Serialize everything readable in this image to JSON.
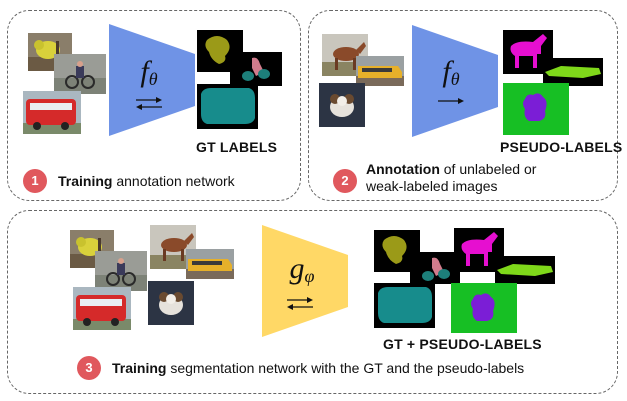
{
  "panel1": {
    "function_symbol": "f",
    "function_subscript": "θ",
    "caption": "GT LABELS",
    "step_number": "1",
    "step_bold": "Training",
    "step_rest": " annotation network"
  },
  "panel2": {
    "function_symbol": "f",
    "function_subscript": "θ",
    "caption": "PSEUDO-LABELS",
    "step_number": "2",
    "step_bold": "Annotation",
    "step_rest_line1": " of unlabeled or",
    "step_rest_line2": "weak-labeled images"
  },
  "panel3": {
    "function_symbol": "g",
    "function_subscript": "φ",
    "caption": "GT + PSEUDO-LABELS",
    "step_number": "3",
    "step_bold": "Training",
    "step_rest": " segmentation network with the GT and the pseudo-labels"
  },
  "colors": {
    "annotation_network": "#6f93e6",
    "segmentation_network": "#ffd866",
    "step_circle": "#e0585d",
    "mask_bird": "#9b9a18",
    "mask_person": "#d17c8c",
    "mask_bike": "#1d7f7a",
    "mask_bus": "#178c8c",
    "mask_horse": "#e60fd0",
    "mask_train": "#7fd81a",
    "mask_grass": "#17bf24",
    "mask_dog": "#7b1ed6"
  }
}
